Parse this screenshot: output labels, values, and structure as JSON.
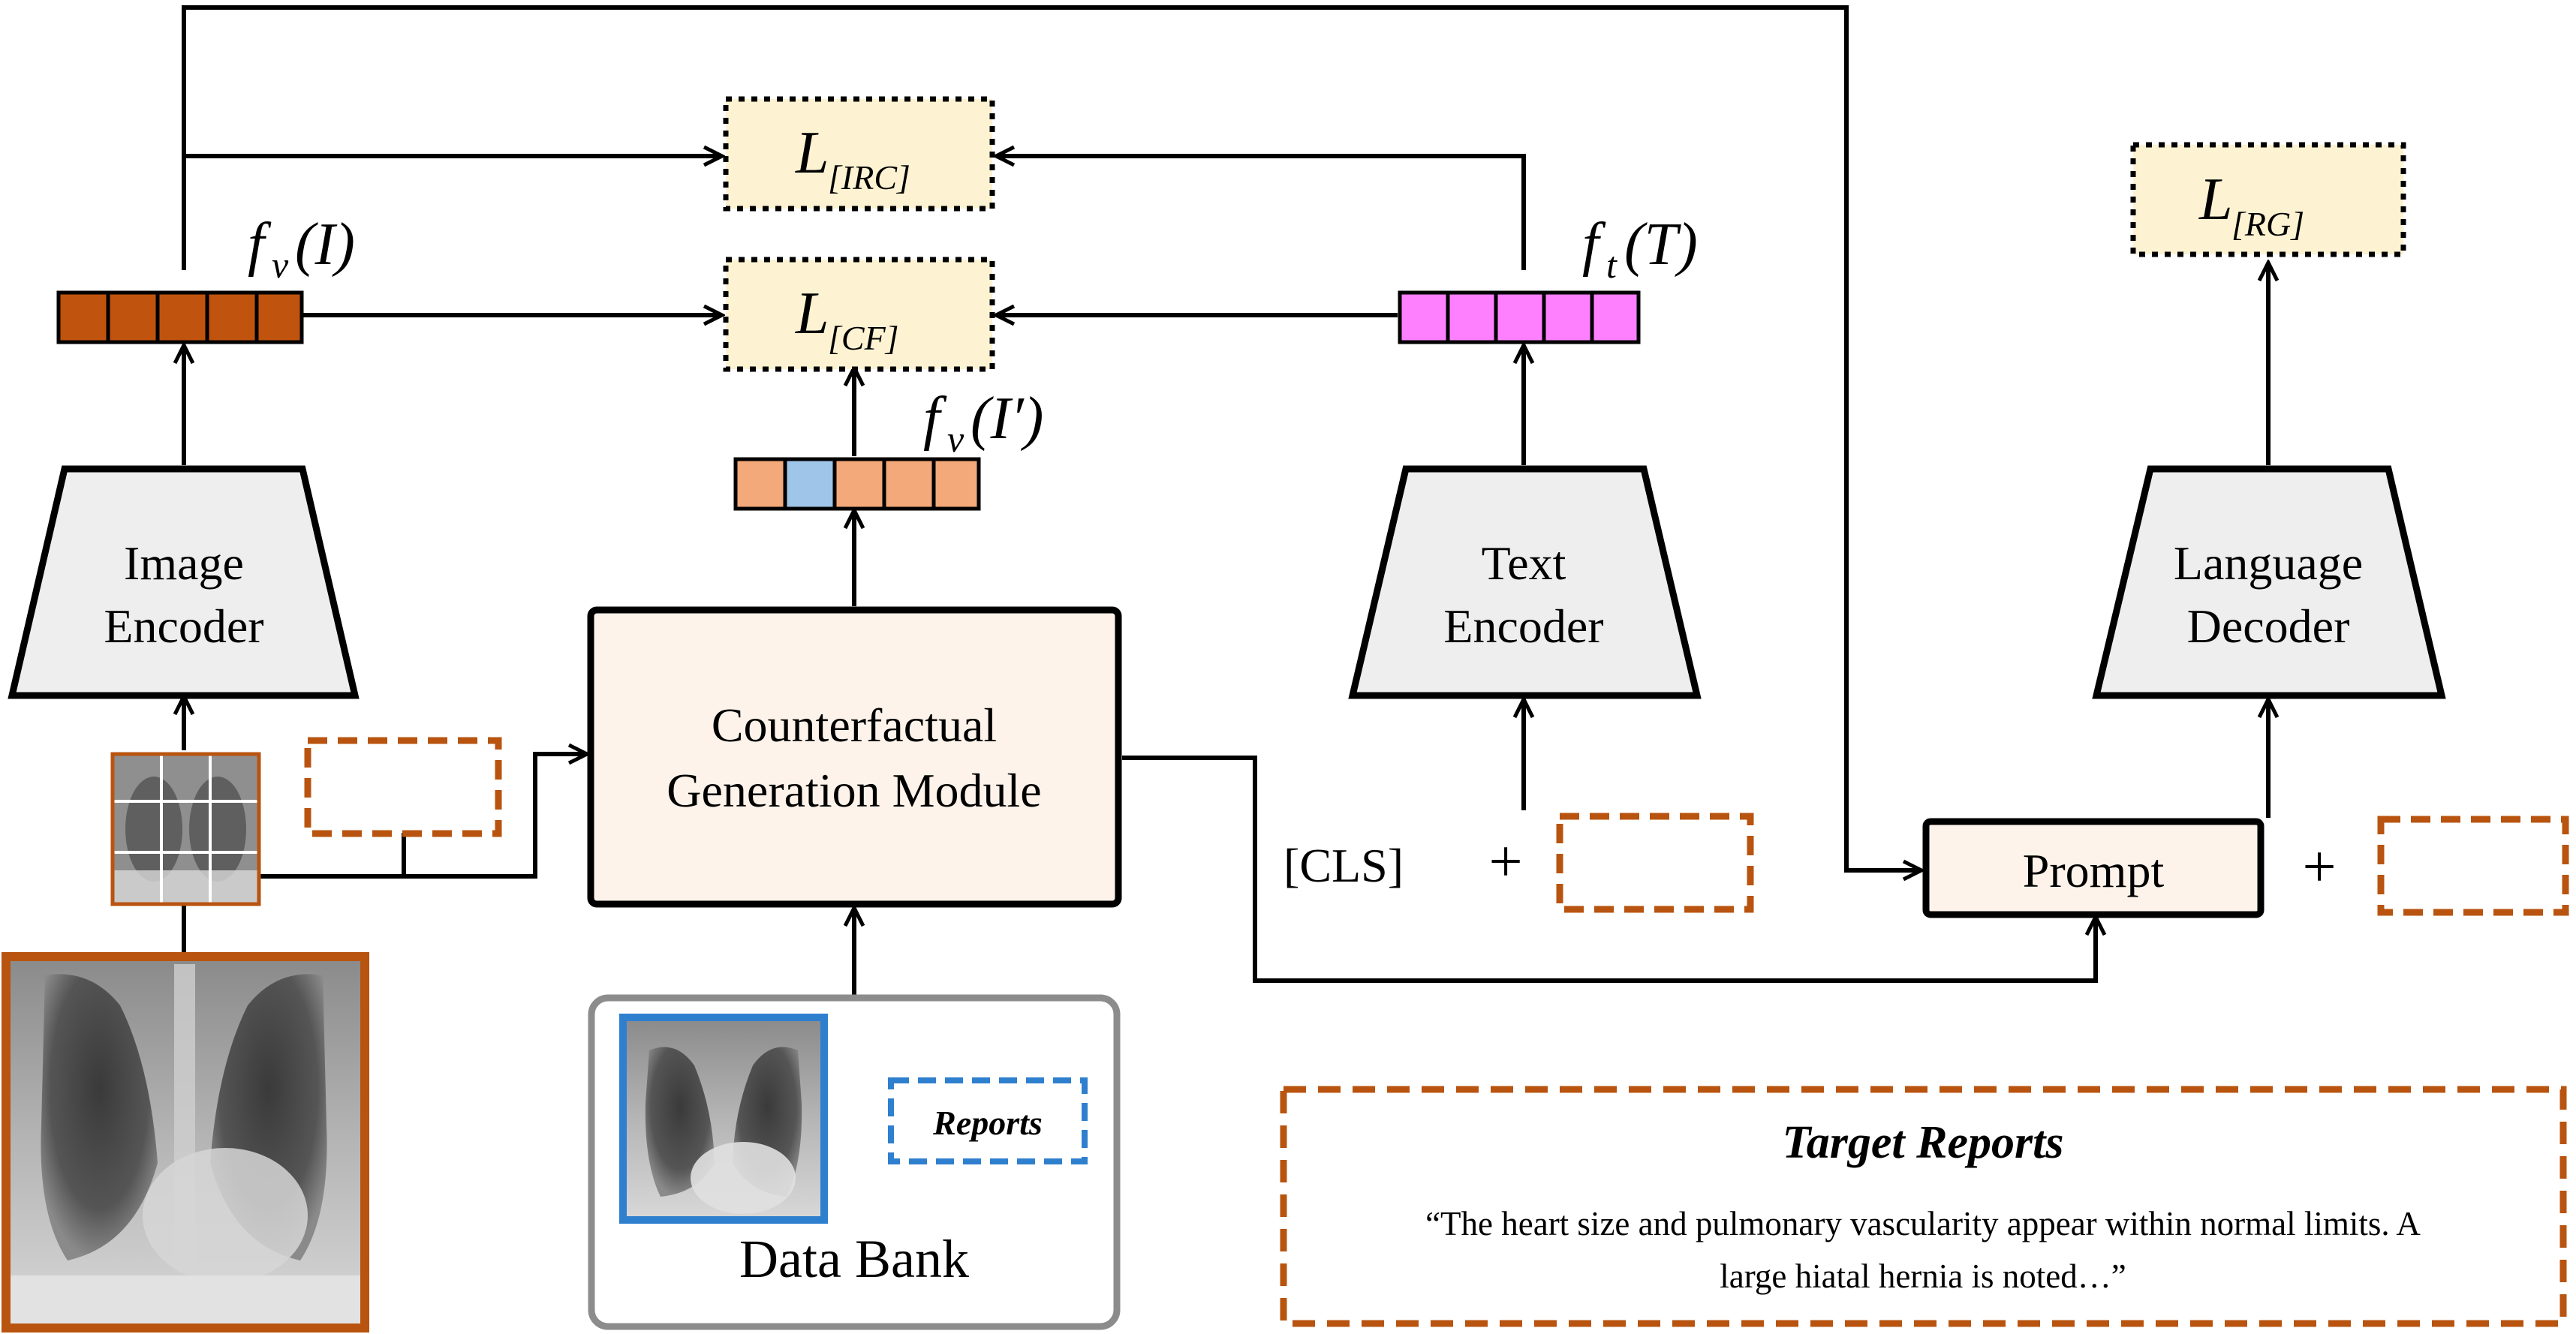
{
  "colors": {
    "orange": "#b8540f",
    "orange_cell": "#c0530d",
    "light_orange_cell": "#f4a97a",
    "blue_cell": "#9fc5e8",
    "pink_cell": "#ff80ff",
    "loss_fill": "#fdf3d2",
    "module_fill": "#fdf3ea",
    "encoder_fill": "#eeeeee",
    "databank_border": "#8c8c8c",
    "blue": "#2f7fcf"
  },
  "encoders": {
    "image": {
      "line1": "Image",
      "line2": "Encoder"
    },
    "text": {
      "line1": "Text",
      "line2": "Encoder"
    },
    "language": {
      "line1": "Language",
      "line2": "Decoder"
    }
  },
  "module": {
    "line1": "Counterfactual",
    "line2": "Generation Module"
  },
  "losses": {
    "irc": {
      "main": "L",
      "sub": "[IRC]"
    },
    "cf": {
      "main": "L",
      "sub": "[CF]"
    },
    "rg": {
      "main": "L",
      "sub": "[RG]"
    }
  },
  "features": {
    "fv_i": {
      "fn": "f",
      "sub": "v",
      "arg": "(I)"
    },
    "fv_iprime": {
      "fn": "f",
      "sub": "v",
      "arg": "(I′)"
    },
    "ft_t": {
      "fn": "f",
      "sub": "t",
      "arg": "(T)"
    }
  },
  "cls_label": "[CLS]",
  "plus": "+",
  "prompt_label": "Prompt",
  "data_bank": {
    "label": "Data Bank",
    "reports": "Reports"
  },
  "target_reports": {
    "title": "Target Reports",
    "line1": "“The heart size and pulmonary vascularity appear within normal limits. A",
    "line2": "large hiatal hernia is noted…”"
  },
  "icons": [
    "chest-xray-image",
    "xray-patch-grid",
    "databank-xray-image"
  ]
}
